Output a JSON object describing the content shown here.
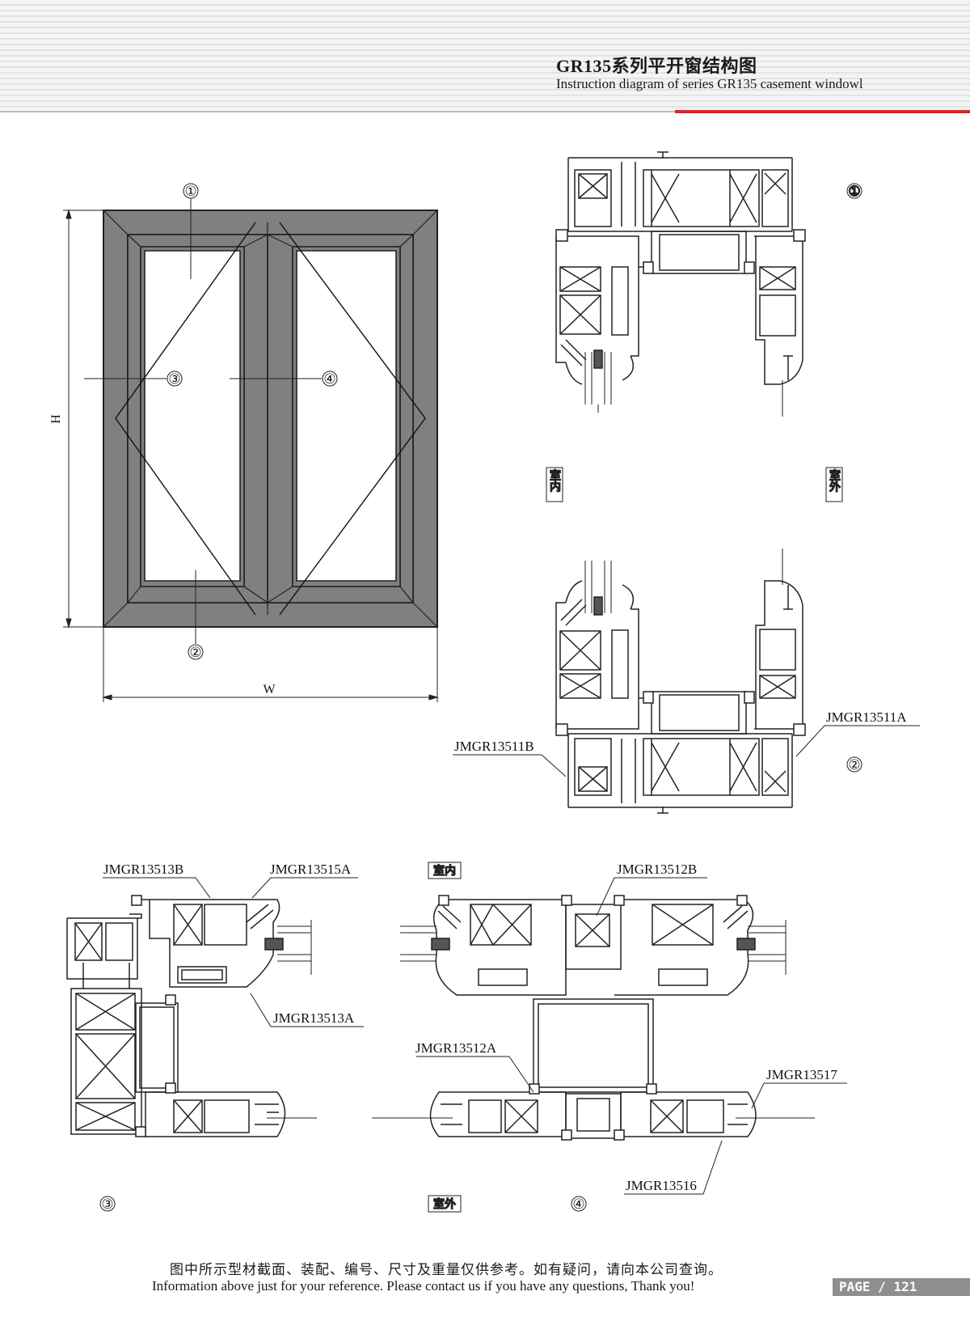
{
  "header": {
    "title_zh": "GR135系列平开窗结构图",
    "title_en": "Instruction diagram of series GR135 casement windowl"
  },
  "window_elevation": {
    "height_label": "H",
    "width_label": "W",
    "markers": [
      "①",
      "②",
      "③",
      "④"
    ]
  },
  "sections": {
    "s1": {
      "marker": "①",
      "indoor": "室内",
      "outdoor": "室外"
    },
    "s2": {
      "marker": "②",
      "labels": [
        "JMGR13511A",
        "JMGR13511B"
      ]
    },
    "s3": {
      "marker": "③",
      "labels": [
        "JMGR13513B",
        "JMGR13515A",
        "JMGR13513A"
      ]
    },
    "s4": {
      "marker": "④",
      "indoor": "室内",
      "outdoor": "室外",
      "labels": [
        "JMGR13512B",
        "JMGR13512A",
        "JMGR13517",
        "JMGR13516"
      ]
    }
  },
  "footer": {
    "note_zh": "图中所示型材截面、装配、编号、尺寸及重量仅供参考。如有疑问，请向本公司查询。",
    "note_en": "Information above just for your reference. Please contact us if you have any questions, Thank you!",
    "page_label": "PAGE",
    "page_separator": "/",
    "page_number": "121"
  },
  "colors": {
    "frame": "#808080",
    "accent": "#d42a2a",
    "line": "#222222"
  }
}
